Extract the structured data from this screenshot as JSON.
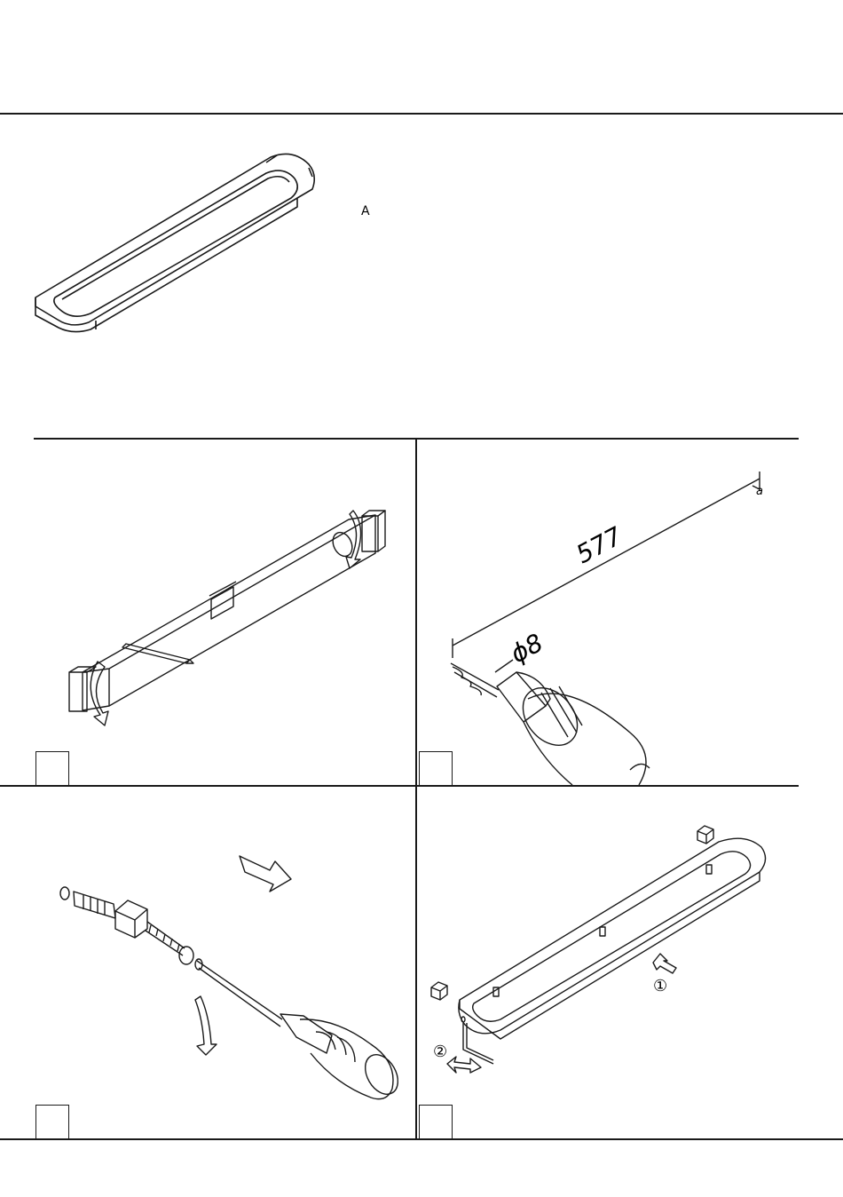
{
  "product": {
    "part_label": "A"
  },
  "steps": [
    {
      "id": 1
    },
    {
      "id": 2,
      "dimension": "577",
      "drill": "ϕ8",
      "mark": "a"
    },
    {
      "id": 3
    },
    {
      "id": 4,
      "callout_1": "①",
      "callout_2": "②"
    }
  ],
  "colors": {
    "line": "#1a1a1a",
    "background": "#ffffff"
  },
  "icons": [
    "shelf",
    "spirit-level",
    "drill",
    "wall-plug",
    "screw",
    "screwdriver",
    "hex-key",
    "arrow"
  ]
}
